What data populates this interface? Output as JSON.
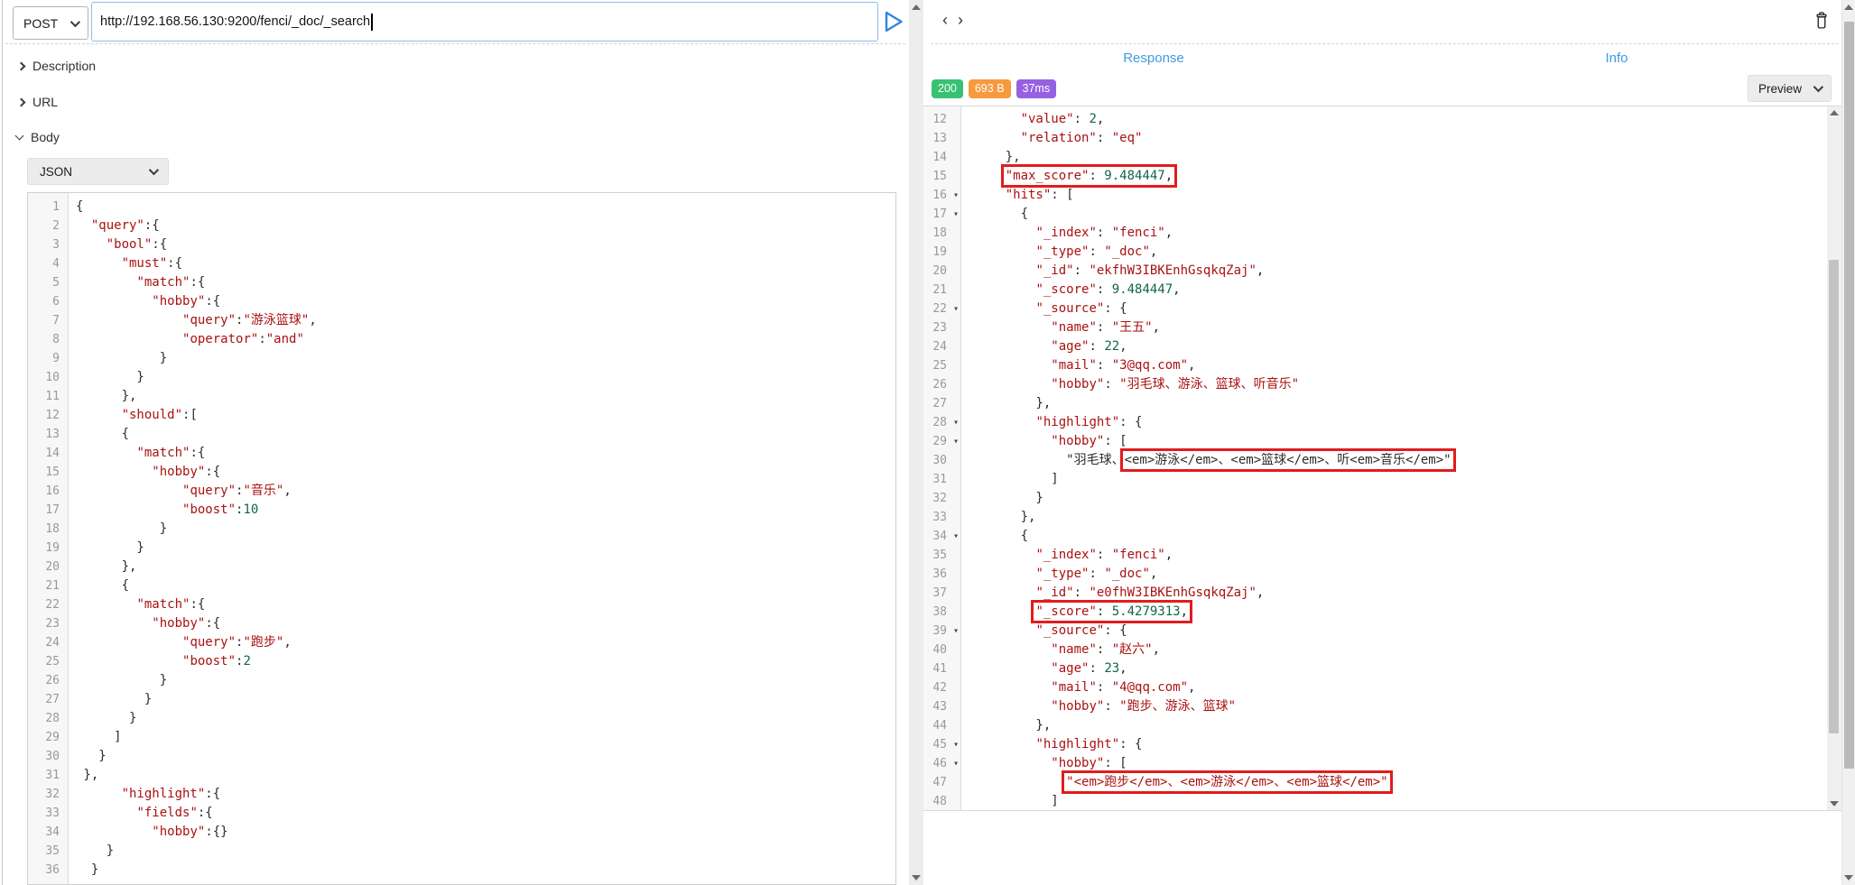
{
  "request": {
    "method": "POST",
    "url": "http://192.168.56.130:9200/fenci/_doc/_search",
    "sections": [
      {
        "label": "Description",
        "expanded": false
      },
      {
        "label": "URL",
        "expanded": false
      },
      {
        "label": "Body",
        "expanded": true
      }
    ],
    "body_format": "JSON",
    "body_lines": [
      "{",
      "  \"query\":{",
      "    \"bool\":{",
      "      \"must\":{",
      "        \"match\":{",
      "          \"hobby\":{",
      "              \"query\":\"游泳篮球\",",
      "              \"operator\":\"and\"",
      "           }",
      "        }",
      "      },",
      "      \"should\":[",
      "      {",
      "        \"match\":{",
      "          \"hobby\":{",
      "              \"query\":\"音乐\",",
      "              \"boost\":10",
      "           }",
      "        }",
      "      },",
      "      {",
      "        \"match\":{",
      "          \"hobby\":{",
      "              \"query\":\"跑步\",",
      "              \"boost\":2",
      "           }",
      "         }",
      "       }",
      "     ]",
      "   }",
      " },",
      "      \"highlight\":{",
      "        \"fields\":{",
      "          \"hobby\":{}",
      "    }",
      "  }"
    ]
  },
  "response": {
    "tabs": [
      {
        "label": "Response",
        "active": true
      },
      {
        "label": "Info",
        "active": false
      }
    ],
    "status_badges": [
      {
        "label": "200",
        "color": "#38c172"
      },
      {
        "label": "693 B",
        "color": "#f6993f"
      },
      {
        "label": "37ms",
        "color": "#9561e2"
      }
    ],
    "view_mode": "Preview",
    "lines": [
      {
        "n": 12,
        "text": "      \"value\": 2,"
      },
      {
        "n": 13,
        "text": "      \"relation\": \"eq\""
      },
      {
        "n": 14,
        "text": "    },"
      },
      {
        "n": 15,
        "text": "    \"max_score\": 9.484447,",
        "box": [
          4,
          26
        ]
      },
      {
        "n": 16,
        "fold": true,
        "text": "    \"hits\": ["
      },
      {
        "n": 17,
        "fold": true,
        "text": "      {"
      },
      {
        "n": 18,
        "text": "        \"_index\": \"fenci\","
      },
      {
        "n": 19,
        "text": "        \"_type\": \"_doc\","
      },
      {
        "n": 20,
        "text": "        \"_id\": \"ekfhW3IBKEnhGsqkqZaj\","
      },
      {
        "n": 21,
        "text": "        \"_score\": 9.484447,"
      },
      {
        "n": 22,
        "fold": true,
        "text": "        \"_source\": {"
      },
      {
        "n": 23,
        "text": "          \"name\": \"王五\","
      },
      {
        "n": 24,
        "text": "          \"age\": 22,"
      },
      {
        "n": 25,
        "text": "          \"mail\": \"3@qq.com\","
      },
      {
        "n": 26,
        "text": "          \"hobby\": \"羽毛球、游泳、篮球、听音乐\""
      },
      {
        "n": 27,
        "text": "        },"
      },
      {
        "n": 28,
        "fold": true,
        "text": "        \"highlight\": {"
      },
      {
        "n": 29,
        "fold": true,
        "text": "          \"hobby\": ["
      },
      {
        "n": 30,
        "text": "            \"羽毛球、<em>游泳</em>、<em>篮球</em>、听<em>音乐</em>\"",
        "box": [
          17,
          54
        ]
      },
      {
        "n": 31,
        "text": "          ]"
      },
      {
        "n": 32,
        "text": "        }"
      },
      {
        "n": 33,
        "text": "      },"
      },
      {
        "n": 34,
        "fold": true,
        "text": "      {"
      },
      {
        "n": 35,
        "text": "        \"_index\": \"fenci\","
      },
      {
        "n": 36,
        "text": "        \"_type\": \"_doc\","
      },
      {
        "n": 37,
        "text": "        \"_id\": \"e0fhW3IBKEnhGsqkqZaj\","
      },
      {
        "n": 38,
        "text": "        \"_score\": 5.4279313,",
        "box": [
          8,
          28
        ]
      },
      {
        "n": 39,
        "fold": true,
        "text": "        \"_source\": {"
      },
      {
        "n": 40,
        "text": "          \"name\": \"赵六\","
      },
      {
        "n": 41,
        "text": "          \"age\": 23,"
      },
      {
        "n": 42,
        "text": "          \"mail\": \"4@qq.com\","
      },
      {
        "n": 43,
        "text": "          \"hobby\": \"跑步、游泳、篮球\""
      },
      {
        "n": 44,
        "text": "        },"
      },
      {
        "n": 45,
        "fold": true,
        "text": "        \"highlight\": {"
      },
      {
        "n": 46,
        "fold": true,
        "text": "          \"hobby\": ["
      },
      {
        "n": 47,
        "text": "            \"<em>跑步</em>、<em>游泳</em>、<em>篮球</em>\"",
        "box": [
          12,
          49
        ]
      },
      {
        "n": 48,
        "text": "          ]"
      }
    ]
  },
  "icons": {
    "send": "play-triangle-outline",
    "clear": "trash-outline",
    "history_back": "chevron-left",
    "history_forward": "chevron-right",
    "dropdown": "chevron-down",
    "fold": "triangle-down"
  },
  "colors": {
    "accent_blue": "#3f9ce0",
    "status_green": "#38c172",
    "size_orange": "#f6993f",
    "time_purple": "#9561e2",
    "annotation_red": "#e11c1c",
    "syntax_string": "#aa1111",
    "syntax_number": "#116644",
    "line_number": "#999999"
  }
}
